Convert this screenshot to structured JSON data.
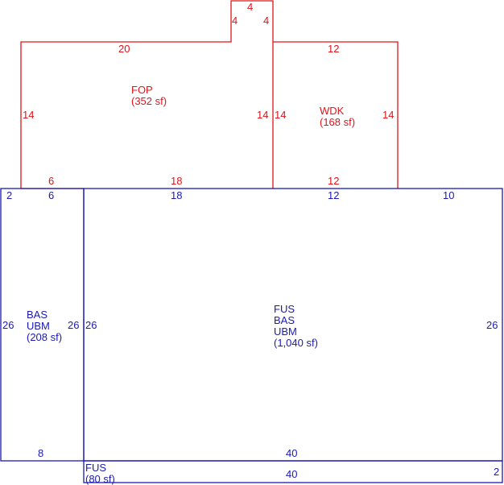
{
  "colors": {
    "upper": "#e0141a",
    "lower": "#1a1ab4"
  },
  "areas": {
    "fop": {
      "code": "FOP",
      "area": "(352 sf)"
    },
    "wdk": {
      "code": "WDK",
      "area": "(168 sf)"
    },
    "bas_left": {
      "line1": "BAS",
      "line2": "UBM",
      "area": "(208 sf)"
    },
    "main": {
      "line1": "FUS",
      "line2": "BAS",
      "line3": "UBM",
      "area": "(1,040 sf)"
    },
    "fus_strip": {
      "code": "FUS",
      "area": "(80 sf)"
    }
  },
  "dims": {
    "bump_top": "4",
    "bump_left": "4",
    "bump_right": "4",
    "fop_top": "20",
    "fop_left": "14",
    "fop_right": "14",
    "fop_bottom_a": "6",
    "fop_bottom_b": "18",
    "wdk_top": "12",
    "wdk_left": "14",
    "wdk_right": "14",
    "wdk_bottom": "12",
    "bas_top_a": "2",
    "bas_top_b": "6",
    "bas_left": "26",
    "bas_right": "26",
    "bas_bottom": "8",
    "main_top_a": "18",
    "main_top_b": "12",
    "main_top_c": "10",
    "main_left": "26",
    "main_right": "26",
    "main_bottom": "40",
    "strip_bottom": "40",
    "strip_right": "2"
  }
}
